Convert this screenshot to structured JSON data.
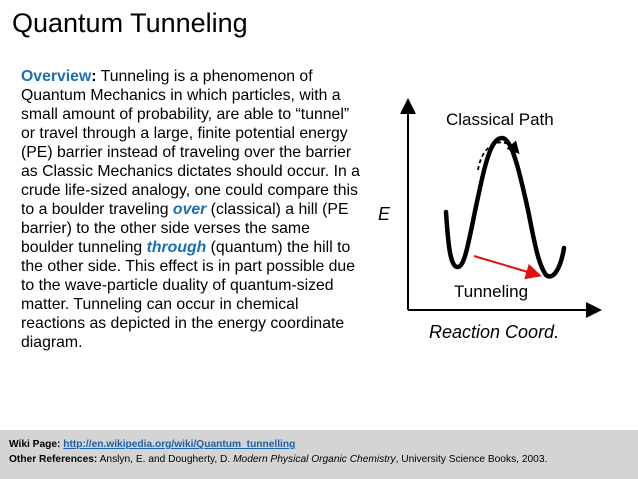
{
  "slide": {
    "title": "Quantum Tunneling"
  },
  "overview": {
    "heading": "Overview",
    "colon": ":",
    "text_1": " Tunneling is a phenomenon of Quantum Mechanics in which particles, with a small amount of probability, are able to “tunnel” or travel through a large, finite potential energy (PE) barrier instead of traveling over the barrier as Classic Mechanics dictates should occur. In a crude life-sized analogy, one could compare this to a boulder traveling ",
    "over": "over",
    "text_2": " (classical) a hill (PE barrier) to the other side verses the same boulder tunneling ",
    "through": "through",
    "text_3": " (quantum) the hill to the other side. This effect is in part possible due to the wave-particle duality of quantum-sized matter. Tunneling can occur in chemical reactions as depicted in the energy coordinate diagram."
  },
  "diagram": {
    "classical_label": "Classical Path",
    "tunneling_label": "Tunneling",
    "y_axis_label": "E",
    "x_axis_label": "Reaction Coord.",
    "curve_color": "#000000",
    "tunnel_arrow_color": "#e01010"
  },
  "footer": {
    "wiki_label": "Wiki Page:",
    "wiki_url": "http://en.wikipedia.org/wiki/Quantum_tunnelling",
    "refs_label": "Other References:",
    "refs_authors": "Anslyn, E. and Dougherty, D. ",
    "refs_book": "Modern Physical Organic Chemistry",
    "refs_publisher": ", University Science Books, 2003."
  },
  "colors": {
    "accent": "#1a6fb5",
    "footer_bg": "#d4d4d4",
    "link": "#1a5fa8"
  }
}
